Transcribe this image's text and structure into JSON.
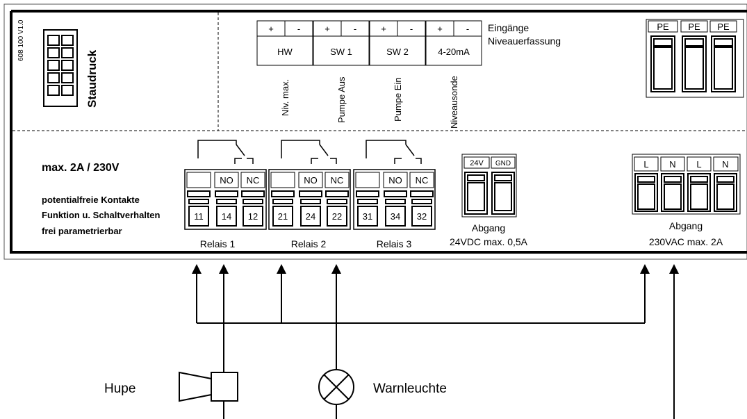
{
  "version": "608 100 V1.0",
  "staudruck": "Staudruck",
  "inputs": {
    "terminals": [
      {
        "plus": "+",
        "minus": "-",
        "label": "HW",
        "desc": "Niv. max."
      },
      {
        "plus": "+",
        "minus": "-",
        "label": "SW 1",
        "desc": "Pumpe Aus"
      },
      {
        "plus": "+",
        "minus": "-",
        "label": "SW 2",
        "desc": "Pumpe Ein"
      },
      {
        "plus": "+",
        "minus": "-",
        "label": "4-20mA",
        "desc": "Niveausonde"
      }
    ],
    "title_line1": "Eingänge",
    "title_line2": "Niveauerfassung"
  },
  "pe_labels": [
    "PE",
    "PE",
    "PE"
  ],
  "left_text": {
    "max": "max. 2A / 230V",
    "line1": "potentialfreie Kontakte",
    "line2": "Funktion u. Schaltverhalten",
    "line3": "frei parametrierbar"
  },
  "relays": [
    {
      "name": "Relais 1",
      "top": [
        "",
        "NO",
        "NC"
      ],
      "nums": [
        "11",
        "14",
        "12"
      ]
    },
    {
      "name": "Relais 2",
      "top": [
        "",
        "NO",
        "NC"
      ],
      "nums": [
        "21",
        "24",
        "22"
      ]
    },
    {
      "name": "Relais 3",
      "top": [
        "",
        "NO",
        "NC"
      ],
      "nums": [
        "31",
        "34",
        "32"
      ]
    }
  ],
  "output_24v": {
    "labels": [
      "24V",
      "GND"
    ],
    "line1": "Abgang",
    "line2": "24VDC max. 0,5A"
  },
  "output_230v": {
    "labels": [
      "L",
      "N",
      "L",
      "N"
    ],
    "line1": "Abgang",
    "line2": "230VAC max. 2A"
  },
  "horn_label": "Hupe",
  "lamp_label": "Warnleuchte"
}
